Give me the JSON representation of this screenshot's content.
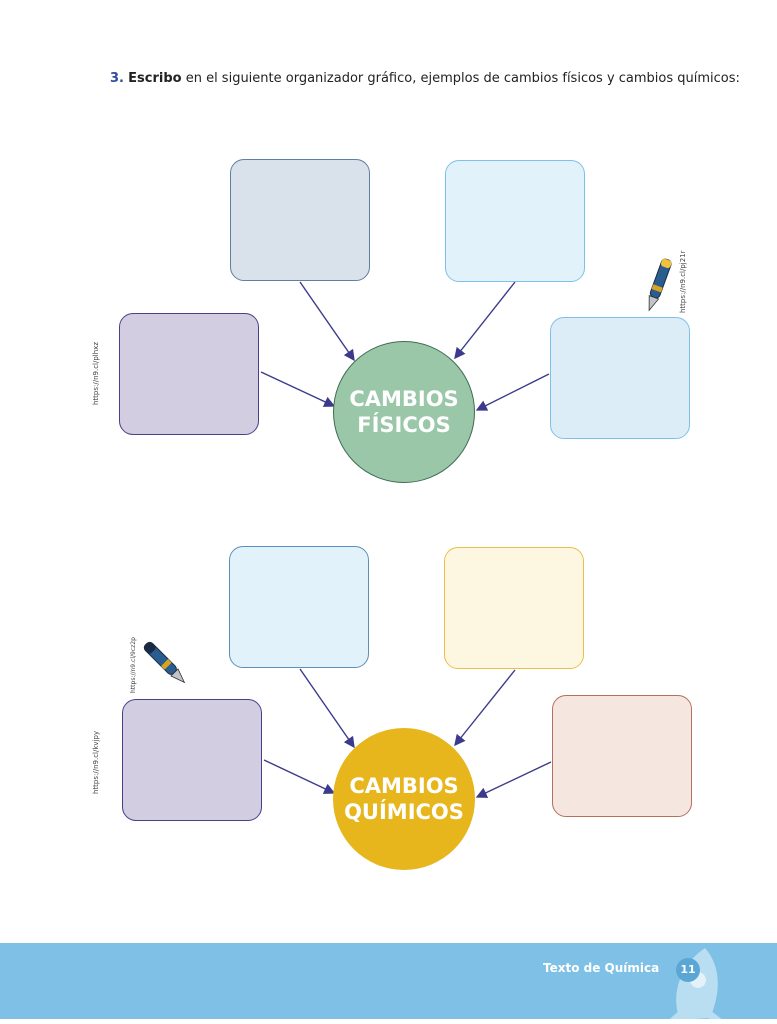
{
  "instruction": {
    "number": "3.",
    "bold_word": "Escribo",
    "rest": " en el siguiente organizador gráfico, ejemplos de cambios físicos y cambios químicos:"
  },
  "organizer_physical": {
    "center_line1": "CAMBIOS",
    "center_line2": "FÍSICOS",
    "center_color": "#9bc7a9",
    "box_colors": [
      "#d9e1ea",
      "#e1f2fb",
      "#d2cde0",
      "#dcedf8"
    ]
  },
  "organizer_chemical": {
    "center_line1": "CAMBIOS",
    "center_line2": "QUÍMICOS",
    "center_color": "#e7b51c",
    "box_colors": [
      "#e2f2fb",
      "#fdf6e1",
      "#d2cde0",
      "#f6e6e0"
    ]
  },
  "credits": {
    "link1": "https://n9.cl/plhxz",
    "link2": "https://n9.cl/pj21r",
    "link3": "https://n9.cl/kvjpy",
    "link4": "https://n9.cl/9cz2p"
  },
  "footer": {
    "title": "Texto de Química",
    "page": "11",
    "bg_color": "#7fc1e6"
  },
  "icons": {
    "pen": "pen-icon",
    "rocket": "rocket-icon"
  }
}
